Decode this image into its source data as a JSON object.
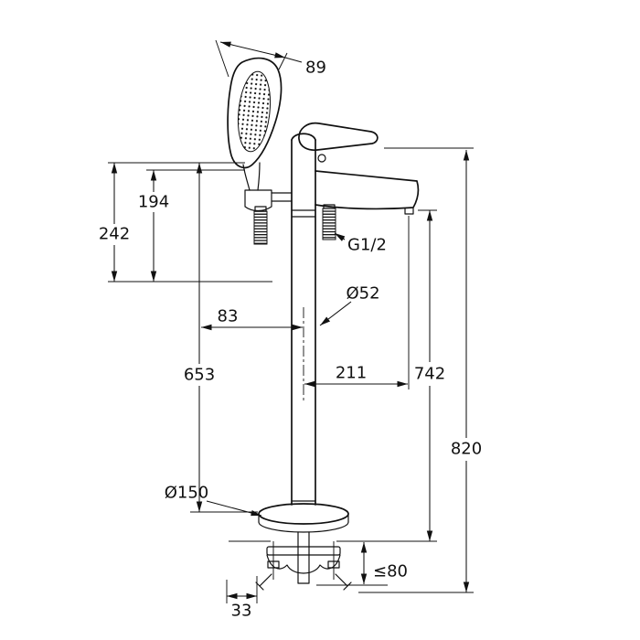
{
  "drawing": {
    "kind": "freestanding-bath-shower-mixer-dimensional-drawing",
    "colors": {
      "line": "#111111",
      "background": "#ffffff"
    },
    "dims": {
      "head_width": "89",
      "shower_drop": "194",
      "shower_total": "242",
      "hose_to_axis": "83",
      "holder_above_floor": "653",
      "spout_reach": "211",
      "spout_above_floor": "742",
      "overall_height": "820",
      "thread": "G1/2",
      "column_diameter": "Ø52",
      "rosette_diameter": "Ø150",
      "max_floor_thickness": "≤80",
      "anchor_offset": "33"
    }
  }
}
